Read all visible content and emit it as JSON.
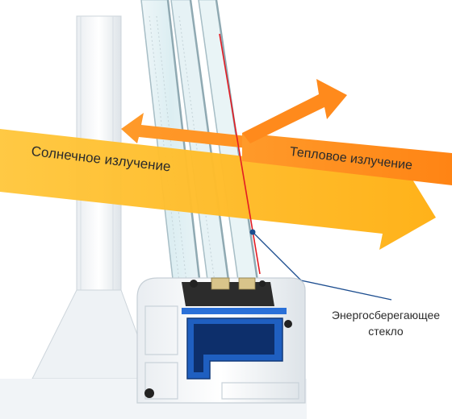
{
  "labels": {
    "solar": "Солнечное излучение",
    "thermal": "Тепловое излучение",
    "glass_line1": "Энергосберегающее",
    "glass_line2": "стекло"
  },
  "colors": {
    "solar_arrow": "#ffb51e",
    "thermal_arrow": "#ff8a1c",
    "coating_line": "#e31b23",
    "callout_line": "#1c4d8f",
    "spacer_blue": "#1f5fc0",
    "profile_white": "#f4f6f8",
    "gasket_dark": "#222222"
  },
  "icons": {
    "callout_dot": "dot-marker-icon"
  }
}
